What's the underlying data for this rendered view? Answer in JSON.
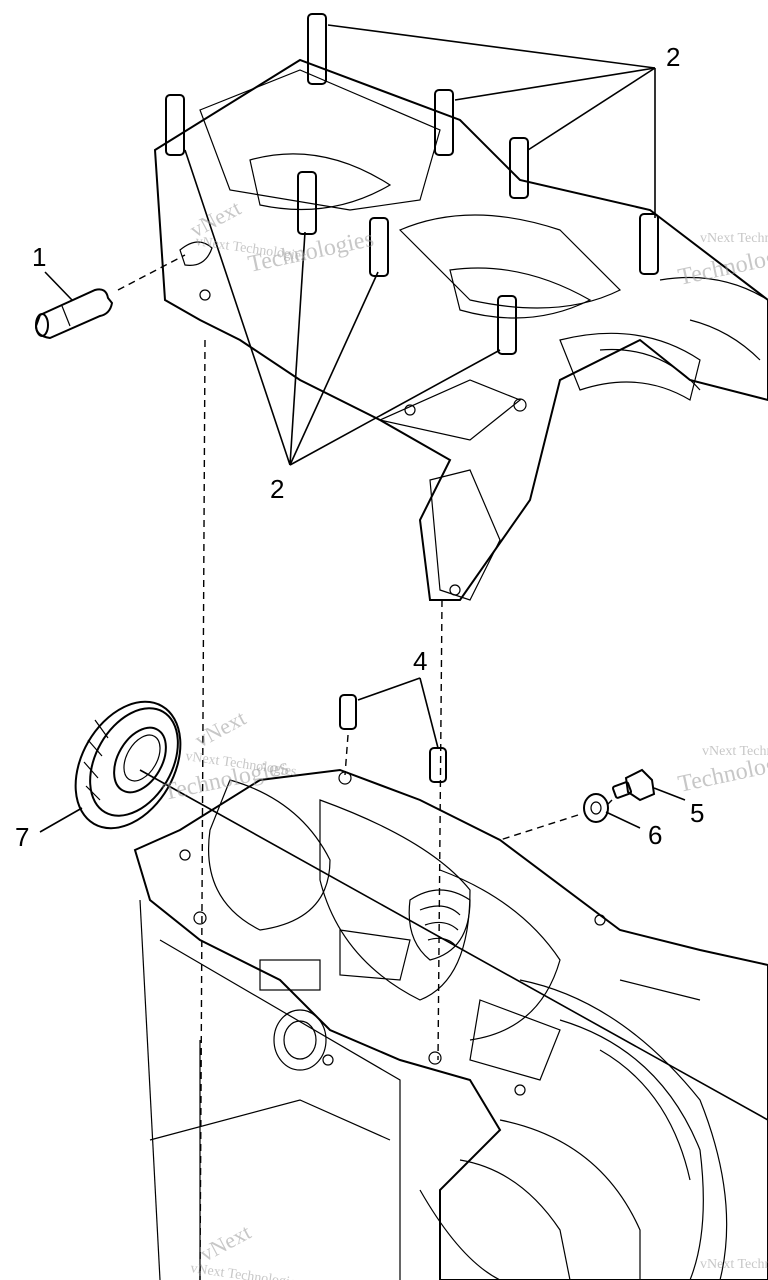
{
  "callouts": [
    {
      "id": "1",
      "label": "1"
    },
    {
      "id": "2a",
      "label": "2"
    },
    {
      "id": "2b",
      "label": "2"
    },
    {
      "id": "4",
      "label": "4"
    },
    {
      "id": "5",
      "label": "5"
    },
    {
      "id": "6",
      "label": "6"
    },
    {
      "id": "7",
      "label": "7"
    }
  ],
  "watermarks": [
    "vNext Technologies",
    "Technologies",
    "vNext"
  ]
}
